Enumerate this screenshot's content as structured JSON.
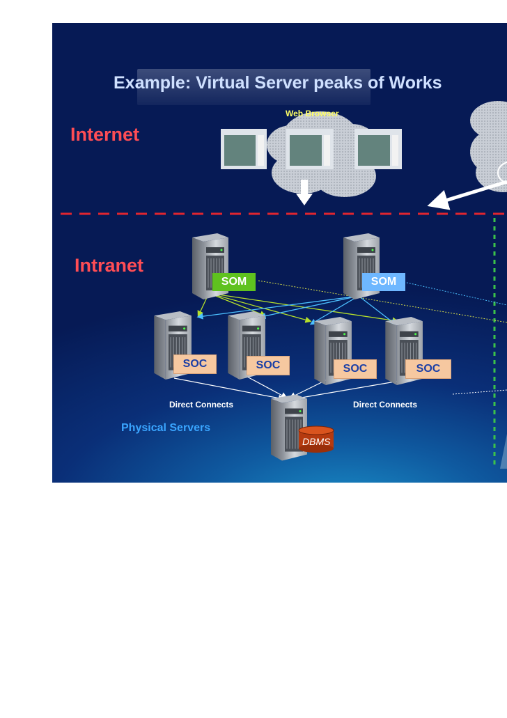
{
  "title": "Example: Virtual Server peaks of Works",
  "zones": {
    "internet": "Internet",
    "intranet": "Intranet"
  },
  "web_browser_label": "Web Browser",
  "som": [
    "SOM",
    "SOM"
  ],
  "soc": [
    "SOC",
    "SOC",
    "SOC",
    "SOC"
  ],
  "direct_connects": [
    "Direct Connects",
    "Direct Connects"
  ],
  "physical_servers": "Physical Servers",
  "dbms": "DBMS",
  "colors": {
    "zone_text": "#ff4d55",
    "som_green": "#5fc21f",
    "som_blue": "#6eb7ff",
    "soc_fill": "#f6c8a0",
    "divider_red": "#e0252f",
    "divider_green": "#3cc24a"
  }
}
